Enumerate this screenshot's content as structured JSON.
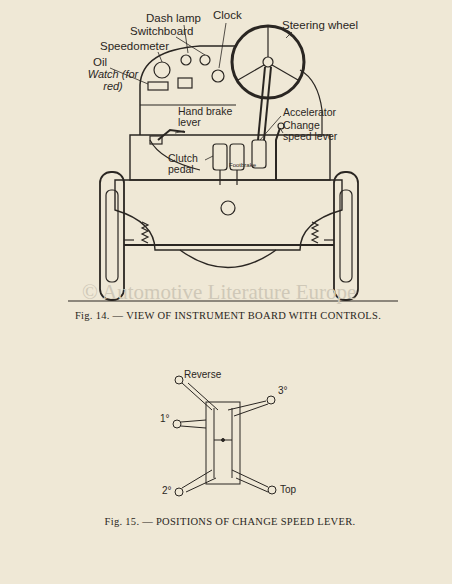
{
  "diagram": {
    "labels": [
      "Dash lamp",
      "Clock",
      "Steering wheel",
      "Switchboard",
      "Speedometer",
      "Oil",
      "Watch (for red)",
      "Hand brake lever",
      "Accelerator",
      "Change speed lever",
      "Clutch pedal",
      "Footbrake",
      "Fig. 14. — VIEW OF INSTRUMENT BOARD WITH CONTROLS.",
      "Reverse",
      "3°",
      "1°",
      "2°",
      "Top",
      "Fig. 15. — POSITIONS OF CHANGE SPEED LEVER.",
      "© Automotive Literature Europe"
    ]
  }
}
